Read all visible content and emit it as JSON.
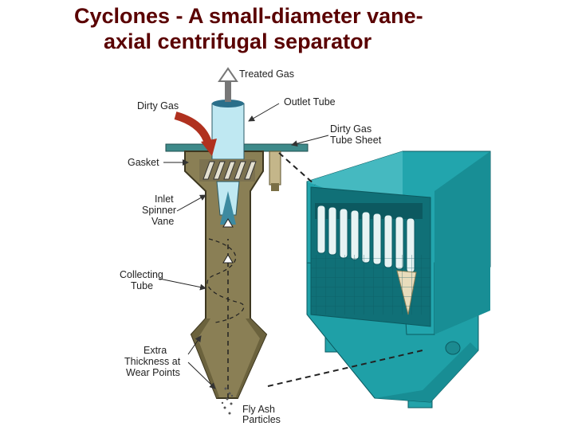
{
  "title": {
    "line1": "Cyclones - A small-diameter vane-",
    "line2": "axial centrifugal separator"
  },
  "labels": {
    "treated_gas": "Treated Gas",
    "outlet_tube": "Outlet Tube",
    "dirty_gas": "Dirty Gas",
    "dirty_gas_tube_sheet_1": "Dirty Gas",
    "dirty_gas_tube_sheet_2": "Tube Sheet",
    "gasket": "Gasket",
    "inlet_spinner_vane_1": "Inlet",
    "inlet_spinner_vane_2": "Spinner",
    "inlet_spinner_vane_3": "Vane",
    "collecting_tube_1": "Collecting",
    "collecting_tube_2": "Tube",
    "extra_thickness_1": "Extra",
    "extra_thickness_2": "Thickness at",
    "extra_thickness_3": "Wear Points",
    "fly_ash_1": "Fly Ash",
    "fly_ash_2": "Particles"
  },
  "colors": {
    "title": "#5a0000",
    "cyclone_body": "#8a7f55",
    "outlet_tube": "#bfe8f2",
    "tube_sheet": "#3e8a8a",
    "collector_housing": "#1f9aa0",
    "collector_dark": "#0f6f76"
  }
}
